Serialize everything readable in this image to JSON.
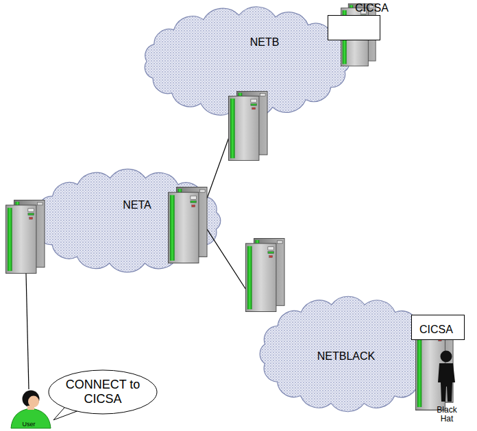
{
  "diagram": {
    "nodes": [
      {
        "text": [
          "NETB"
        ]
      },
      {
        "text": [
          "CICSA"
        ],
        "in": 0
      },
      {
        "text": [
          "NETA"
        ]
      },
      {
        "text": [
          "NETBLACK"
        ]
      },
      {
        "text": [
          "CICSA"
        ],
        "in": 3
      },
      {
        "text": [
          "CONNECT to CICSA"
        ]
      }
    ],
    "edges": [
      {
        "from": 2,
        "to": 0,
        "arrow": "none"
      },
      {
        "from": 2,
        "to": 3,
        "arrow": "none"
      }
    ],
    "labels": [
      "User",
      "Black Hat"
    ]
  }
}
